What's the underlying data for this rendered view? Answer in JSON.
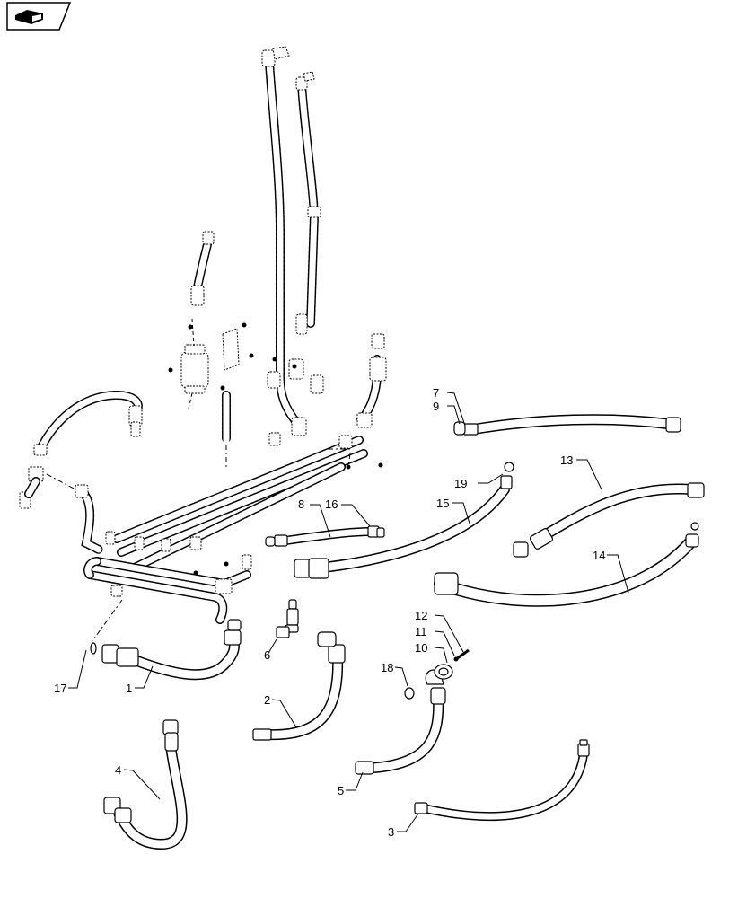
{
  "callouts": {
    "c1": "1",
    "c2": "2",
    "c3": "3",
    "c4": "4",
    "c5": "5",
    "c6": "6",
    "c7": "7",
    "c8": "8",
    "c9": "9",
    "c10": "10",
    "c11": "11",
    "c12": "12",
    "c13": "13",
    "c14": "14",
    "c15": "15",
    "c16": "16",
    "c17": "17",
    "c18": "18",
    "c19": "19"
  },
  "nav_icon": "book-page-icon"
}
